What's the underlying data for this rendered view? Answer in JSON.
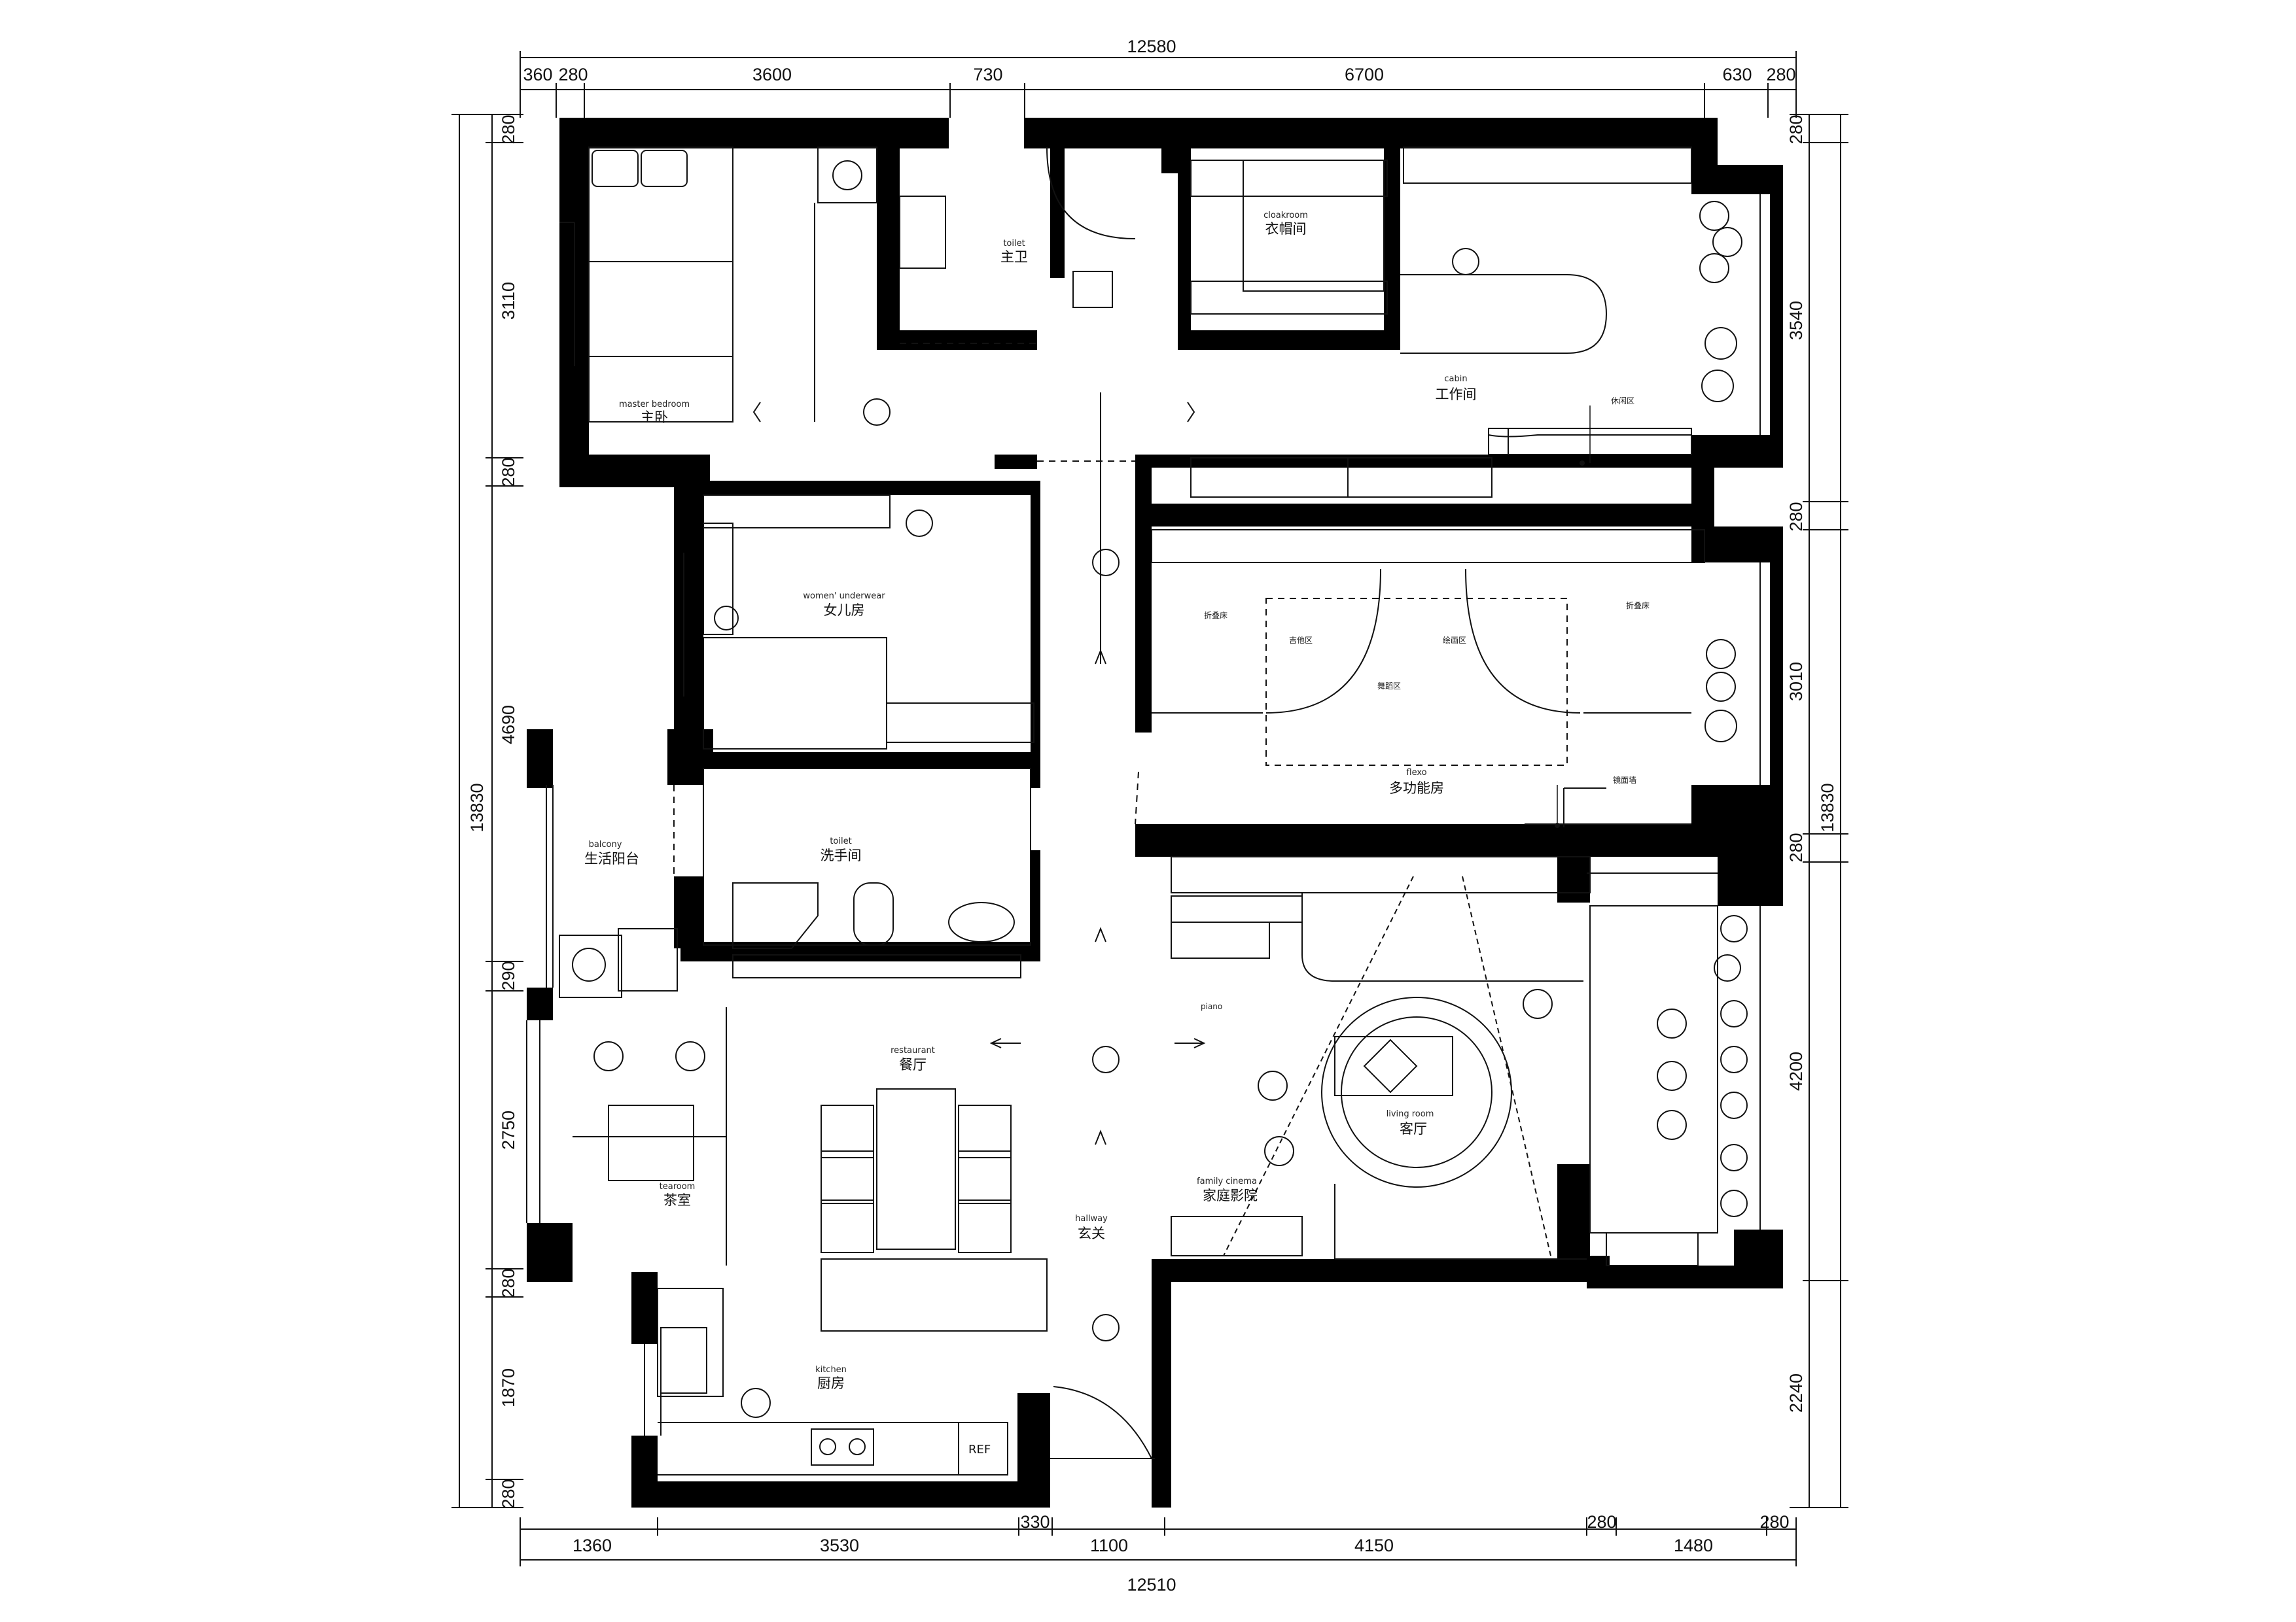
{
  "dimensions": {
    "top_total": "12580",
    "top_segments": [
      "360",
      "280",
      "3600",
      "730",
      "6700",
      "630",
      "280"
    ],
    "bottom_total": "12510",
    "bottom_segments": [
      "1360",
      "3530",
      "330",
      "1100",
      "4150",
      "280",
      "1480",
      "280"
    ],
    "left_total": "13830",
    "left_segments": [
      "280",
      "3110",
      "280",
      "4690",
      "290",
      "2750",
      "280",
      "1870",
      "280"
    ],
    "right_total": "13830",
    "right_segments": [
      "280",
      "3540",
      "280",
      "3010",
      "280",
      "4200",
      "2240"
    ]
  },
  "rooms": {
    "master_bedroom": {
      "en": "master bedroom",
      "zh": "主卧"
    },
    "master_toilet": {
      "en": "toilet",
      "zh": "主卫"
    },
    "cloakroom": {
      "en": "cloakroom",
      "zh": "衣帽间"
    },
    "cabin": {
      "en": "cabin",
      "zh": "工作间"
    },
    "girl_room": {
      "en": "women' underwear",
      "zh": "女儿房"
    },
    "washroom": {
      "en": "toilet",
      "zh": "洗手间"
    },
    "balcony": {
      "en": "balcony",
      "zh": "生活阳台"
    },
    "flexo": {
      "en": "flexo",
      "zh": "多功能房"
    },
    "restaurant": {
      "en": "restaurant",
      "zh": "餐厅"
    },
    "living_room": {
      "en": "living room",
      "zh": "客厅"
    },
    "family_cinema": {
      "en": "family cinema",
      "zh": "家庭影院"
    },
    "tearoom": {
      "en": "tearoom",
      "zh": "茶室"
    },
    "hallway": {
      "en": "hallway",
      "zh": "玄关"
    },
    "kitchen": {
      "en": "kitchen",
      "zh": "厨房"
    }
  },
  "annotations": {
    "leisure_zone": "休闲区",
    "folding_bed_left": "折叠床",
    "folding_bed_right": "折叠床",
    "guitar_zone": "吉他区",
    "painting_zone": "绘画区",
    "dance_zone": "舞蹈区",
    "mirror_wall": "镜面墙",
    "piano": "piano",
    "refrigerator": "REF"
  }
}
